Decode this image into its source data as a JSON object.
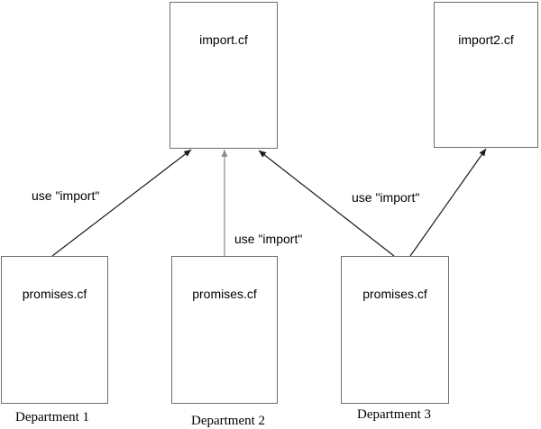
{
  "diagram": {
    "nodes": [
      {
        "id": "import-cf",
        "label": "import.cf"
      },
      {
        "id": "import2-cf",
        "label": "import2.cf"
      },
      {
        "id": "promises-dept1",
        "label": "promises.cf"
      },
      {
        "id": "promises-dept2",
        "label": "promises.cf"
      },
      {
        "id": "promises-dept3",
        "label": "promises.cf"
      }
    ],
    "edge_labels": [
      {
        "text": "use \"import\""
      },
      {
        "text": "use \"import\""
      },
      {
        "text": "use \"import\""
      }
    ],
    "captions": [
      {
        "text": "Department 1"
      },
      {
        "text": "Department 2"
      },
      {
        "text": "Department 3"
      }
    ],
    "colors": {
      "background": "#ffffff",
      "box_border": "#6e6e6e",
      "arrow_black": "#1a1a1a",
      "arrow_gray": "#8c8c8c",
      "text": "#000000"
    }
  }
}
